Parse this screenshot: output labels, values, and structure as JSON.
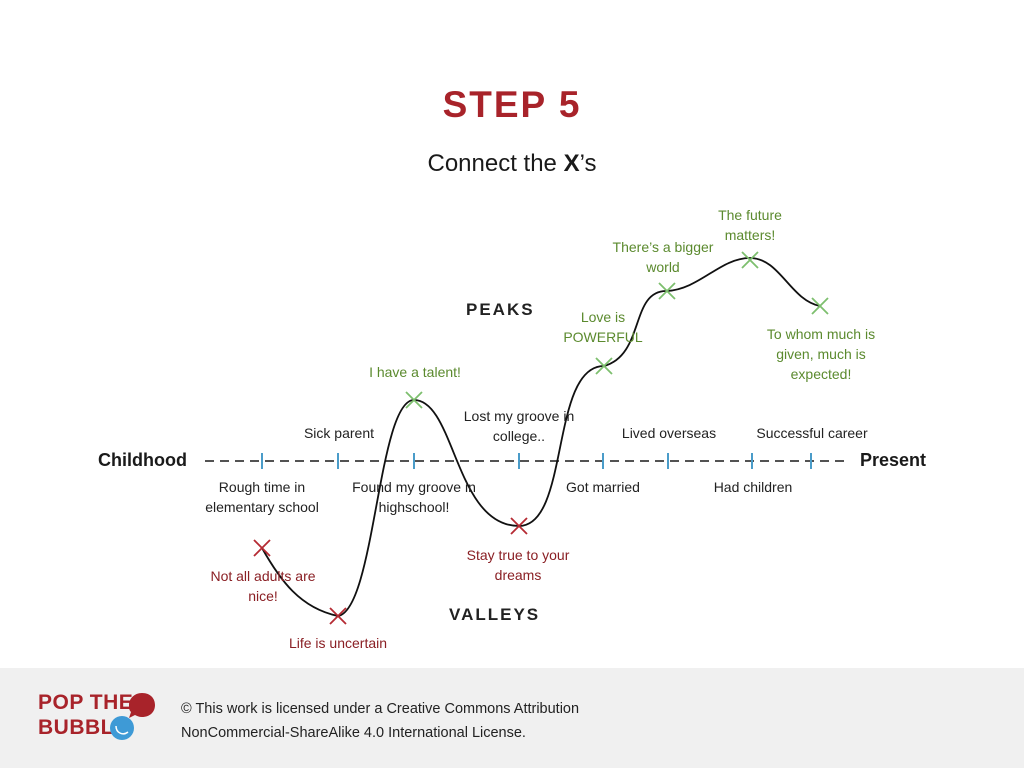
{
  "header": {
    "title": "STEP 5",
    "subtitle_prefix": "Connect the ",
    "subtitle_bold": "X",
    "subtitle_suffix": "’s"
  },
  "labels": {
    "peaks": "PEAKS",
    "valleys": "VALLEYS",
    "childhood": "Childhood",
    "present": "Present"
  },
  "events_above": [
    "Sick parent",
    "Lost my groove in college..",
    "Lived overseas",
    "Successful career"
  ],
  "events_below": [
    "Rough time in elementary school",
    "Found my groove in highschool!",
    "Got married",
    "Had children"
  ],
  "peaks": [
    "I have a talent!",
    "Love is POWERFUL",
    "There’s a bigger world",
    "The future matters!",
    "To whom much is given, much is expected!"
  ],
  "valleys": [
    "Not all adults are nice!",
    "Life is uncertain",
    "Stay true to your dreams"
  ],
  "colors": {
    "title_red": "#a8232a",
    "peak_green": "#5b8a2e",
    "peak_mark": "#7dbf6e",
    "valley_red": "#8a1f24",
    "valley_mark": "#b52a33",
    "tick_blue": "#4a9cc9"
  },
  "footer": {
    "logo_line1": "POP THE",
    "logo_line2": "BUBBLE",
    "license_line1": "© This work is licensed under a Creative Commons Attribution",
    "license_line2": "NonCommercial-ShareAlike 4.0 International License."
  }
}
